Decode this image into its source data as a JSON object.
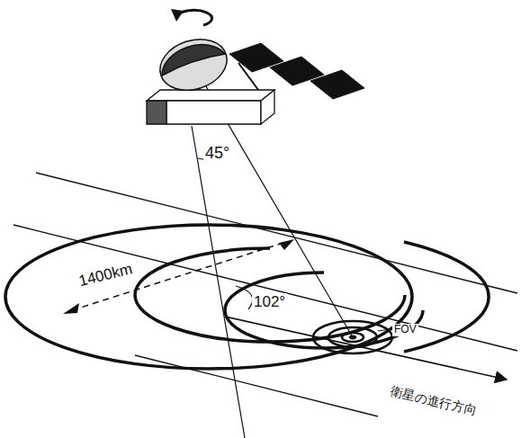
{
  "diagram": {
    "labels": [
      "45°",
      "1400km",
      "102°",
      "FOV",
      "衛星の進行方向"
    ]
  }
}
